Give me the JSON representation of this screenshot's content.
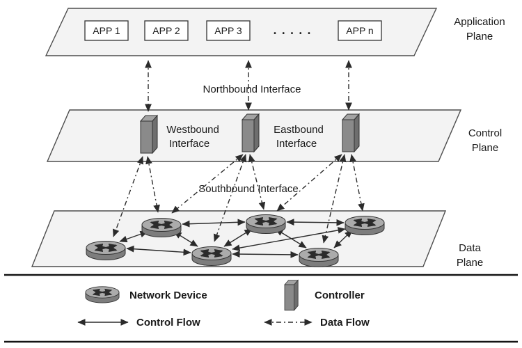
{
  "planes": {
    "application": {
      "line1": "Application",
      "line2": "Plane"
    },
    "control": {
      "line1": "Control",
      "line2": "Plane"
    },
    "data": {
      "line1": "Data",
      "line2": "Plane"
    }
  },
  "apps": {
    "items": [
      "APP 1",
      "APP 2",
      "APP 3",
      "APP n"
    ],
    "ellipsis": "• • • • •"
  },
  "interfaces": {
    "northbound": "Northbound Interface",
    "westbound": {
      "line1": "Westbound",
      "line2": "Interface"
    },
    "eastbound": {
      "line1": "Eastbound",
      "line2": "Interface"
    },
    "southbound": "Southbound Interface"
  },
  "legend": {
    "network_device": "Network Device",
    "controller": "Controller",
    "control_flow": "Control Flow",
    "data_flow": "Data Flow"
  },
  "colors": {
    "plane_fill": "#f3f3f3",
    "plane_stroke": "#4d4d4d",
    "box_fill": "#ffffff",
    "arrow": "#2b2b2b",
    "device_top": "#ababab",
    "device_body": "#7d7d7d",
    "controller_front": "#8a8a8a",
    "controller_top": "#a3a3a3",
    "controller_side": "#6e6e6e",
    "text": "#1a1a1a"
  }
}
